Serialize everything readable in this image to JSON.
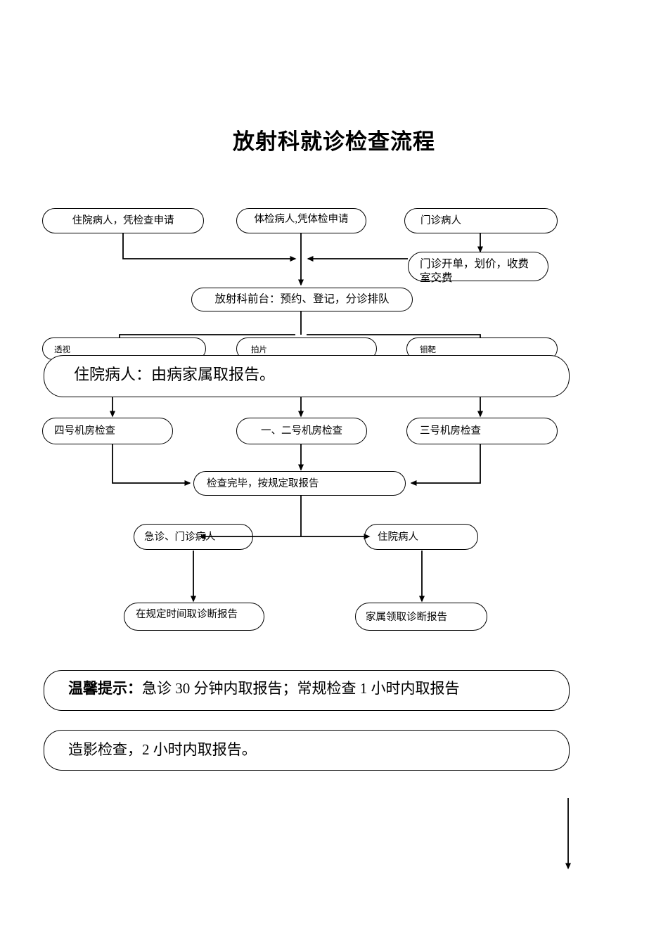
{
  "document": {
    "title": "放射科就诊检查流程",
    "type": "flowchart"
  },
  "nodes": [
    {
      "id": "inpatient-source",
      "label": "住院病人，凭检查申请"
    },
    {
      "id": "physical-exam-source",
      "label": "体检病人,凭体检申请"
    },
    {
      "id": "outpatient-source",
      "label": "门诊病人"
    },
    {
      "id": "outpatient-billing",
      "label": "门诊开单，划价，收费室交费"
    },
    {
      "id": "front-desk",
      "label": "放射科前台：预约、登记，分诊排队"
    },
    {
      "id": "modality-fluoroscopy",
      "label": "透视"
    },
    {
      "id": "modality-radiograph",
      "label": "拍片"
    },
    {
      "id": "modality-mammography",
      "label": "钼靶"
    },
    {
      "id": "inpatient-report-note",
      "label": "住院病人：由病家属取报告。"
    },
    {
      "id": "room-four",
      "label": "四号机房检查"
    },
    {
      "id": "room-one-two",
      "label": "一、二号机房检查"
    },
    {
      "id": "room-three",
      "label": "三号机房检查"
    },
    {
      "id": "exam-finished",
      "label": "检查完毕，按规定取报告"
    },
    {
      "id": "emergency-outpatient",
      "label": "急诊、门诊病人"
    },
    {
      "id": "inpatient-branch",
      "label": "住院病人"
    },
    {
      "id": "collect-on-time",
      "label": "在规定时间取诊断报告"
    },
    {
      "id": "family-collect",
      "label": "家属领取诊断报告"
    }
  ],
  "notices": [
    {
      "id": "warm-tip",
      "prefix": "温馨提示：",
      "body": "急诊 30 分钟内取报告；常规检查 1 小时内取报告"
    },
    {
      "id": "contrast-exam",
      "prefix": "",
      "body": "造影检查，2 小时内取报告。"
    }
  ],
  "colors": {
    "line": "#000000",
    "background": "#ffffff",
    "text": "#000000"
  }
}
